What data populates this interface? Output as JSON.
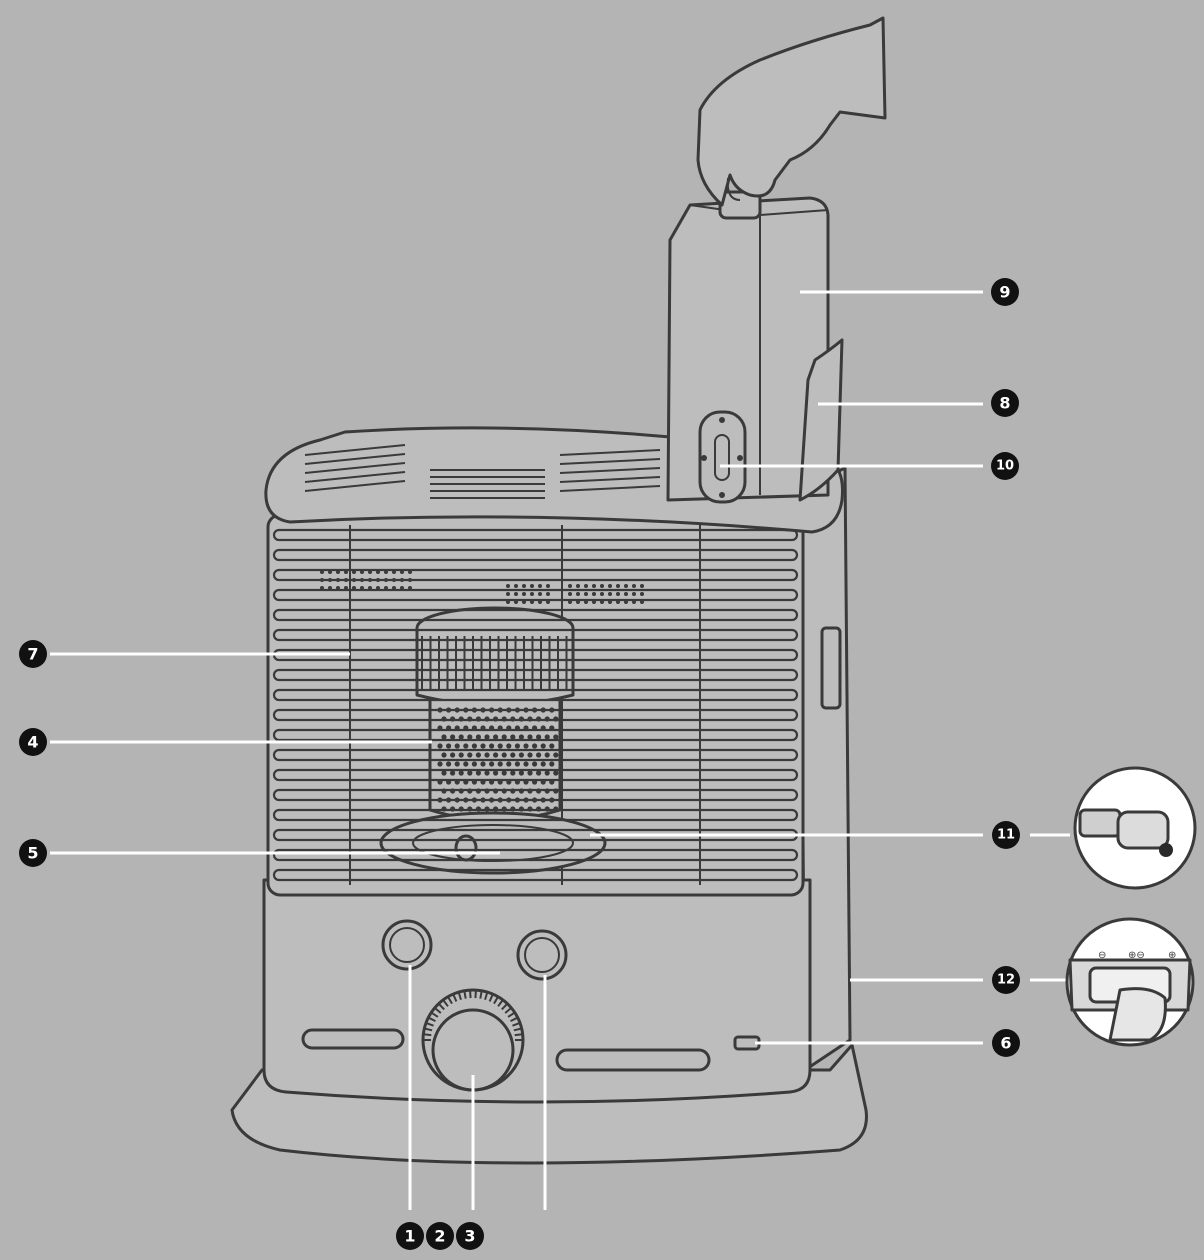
{
  "diagram": {
    "callouts": [
      {
        "id": "c1",
        "label": "1"
      },
      {
        "id": "c2",
        "label": "2"
      },
      {
        "id": "c3",
        "label": "3"
      },
      {
        "id": "c4",
        "label": "4"
      },
      {
        "id": "c5",
        "label": "5"
      },
      {
        "id": "c6",
        "label": "6"
      },
      {
        "id": "c7",
        "label": "7"
      },
      {
        "id": "c8",
        "label": "8"
      },
      {
        "id": "c9",
        "label": "9"
      },
      {
        "id": "c10",
        "label": "10"
      },
      {
        "id": "c11",
        "label": "11"
      },
      {
        "id": "c12",
        "label": "12"
      }
    ]
  },
  "colors": {
    "background": "#b4b4b4",
    "outline": "#3a3a3a",
    "leader": "#ffffff",
    "badge": "#111111"
  },
  "icons": {
    "heater": "kerosene-heater-illustration",
    "hand": "hand-lifting-tank-icon",
    "igniter": "igniter-plug-icon",
    "battery": "battery-compartment-icon"
  }
}
